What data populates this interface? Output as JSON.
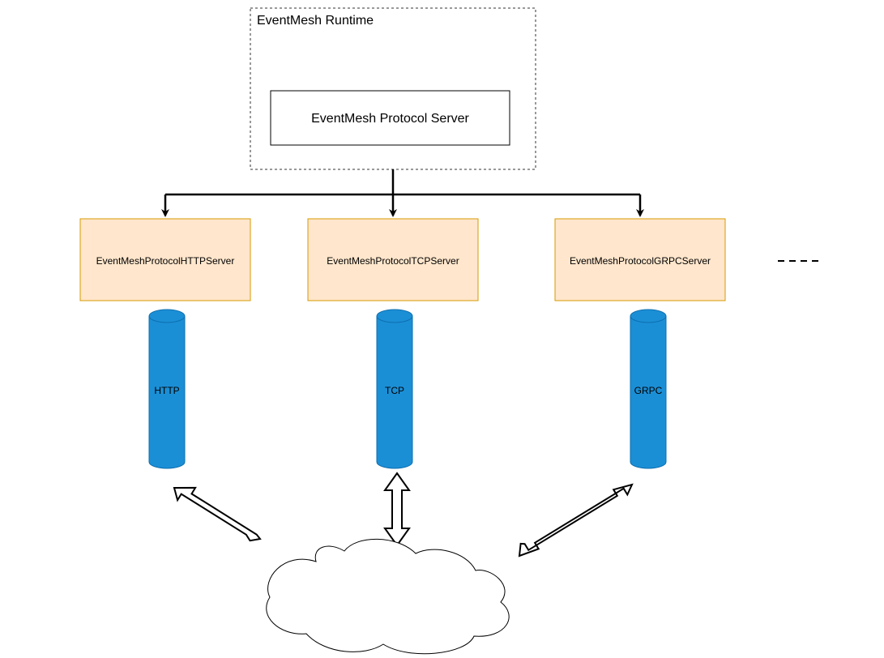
{
  "runtime": {
    "title": "EventMesh Runtime",
    "protocol_server_label": "EventMesh Protocol Server"
  },
  "servers": [
    {
      "label": "EventMeshProtocolHTTPServer",
      "protocol": "HTTP"
    },
    {
      "label": "EventMeshProtocolTCPServer",
      "protocol": "TCP"
    },
    {
      "label": "EventMeshProtocolGRPCServer",
      "protocol": "GRPC"
    }
  ],
  "colors": {
    "server_fill": "#ffe6cc",
    "server_stroke": "#d79b00",
    "cylinder_fill": "#1b8fd6",
    "cylinder_stroke": "#0e6fb0",
    "line": "#000000"
  },
  "more_indicator": "dashed-ellipsis"
}
